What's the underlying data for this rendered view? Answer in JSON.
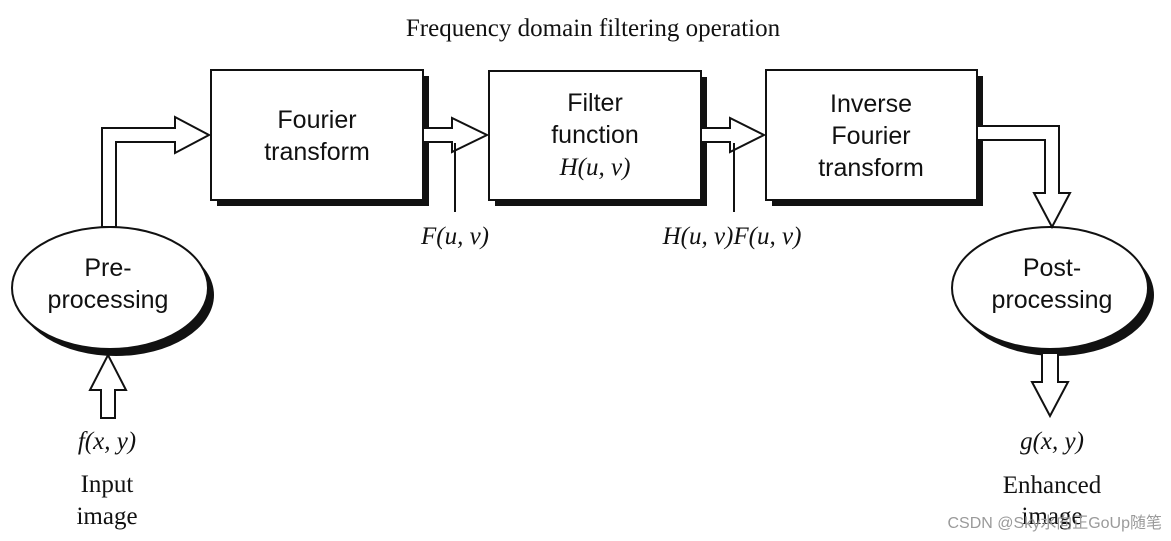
{
  "title": "Frequency domain filtering operation",
  "blocks": {
    "fourier": {
      "line1": "Fourier",
      "line2": "transform"
    },
    "filter": {
      "line1": "Filter",
      "line2": "function",
      "line3": "H(u, v)"
    },
    "inverse": {
      "line1": "Inverse",
      "line2": "Fourier",
      "line3": "transform"
    }
  },
  "ovals": {
    "pre": {
      "line1": "Pre-",
      "line2": "processing"
    },
    "post": {
      "line1": "Post-",
      "line2": "processing"
    }
  },
  "signals": {
    "fuv": "F(u, v)",
    "hf": "H(u, v)F(u, v)",
    "fxy": "f(x, y)",
    "gxy": "g(x, y)"
  },
  "labels": {
    "input_line1": "Input",
    "input_line2": "image",
    "output_line1": "Enhanced",
    "output_line2": "image"
  },
  "watermark": "CSDN @Sky水向正GoUp随笔"
}
